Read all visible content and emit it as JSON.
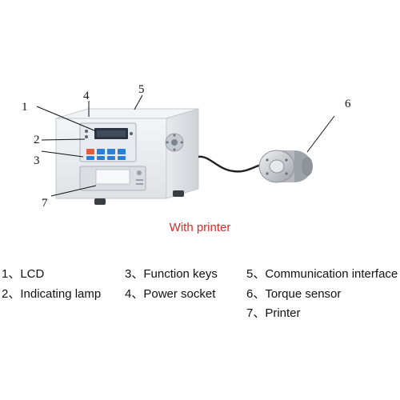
{
  "caption": "With printer",
  "callouts": [
    "1",
    "2",
    "3",
    "4",
    "5",
    "6",
    "7"
  ],
  "legend": [
    "1、LCD",
    "2、Indicating lamp",
    "3、Function keys",
    "4、Power socket",
    "5、Communication interface",
    "6、Torque sensor",
    "7、Printer"
  ],
  "colors": {
    "caption": "#d62a2a",
    "device_body": "#e9eaee",
    "display": "#2b3340",
    "keys": "#2a7fd6",
    "key_accent": "#e25a3a"
  }
}
